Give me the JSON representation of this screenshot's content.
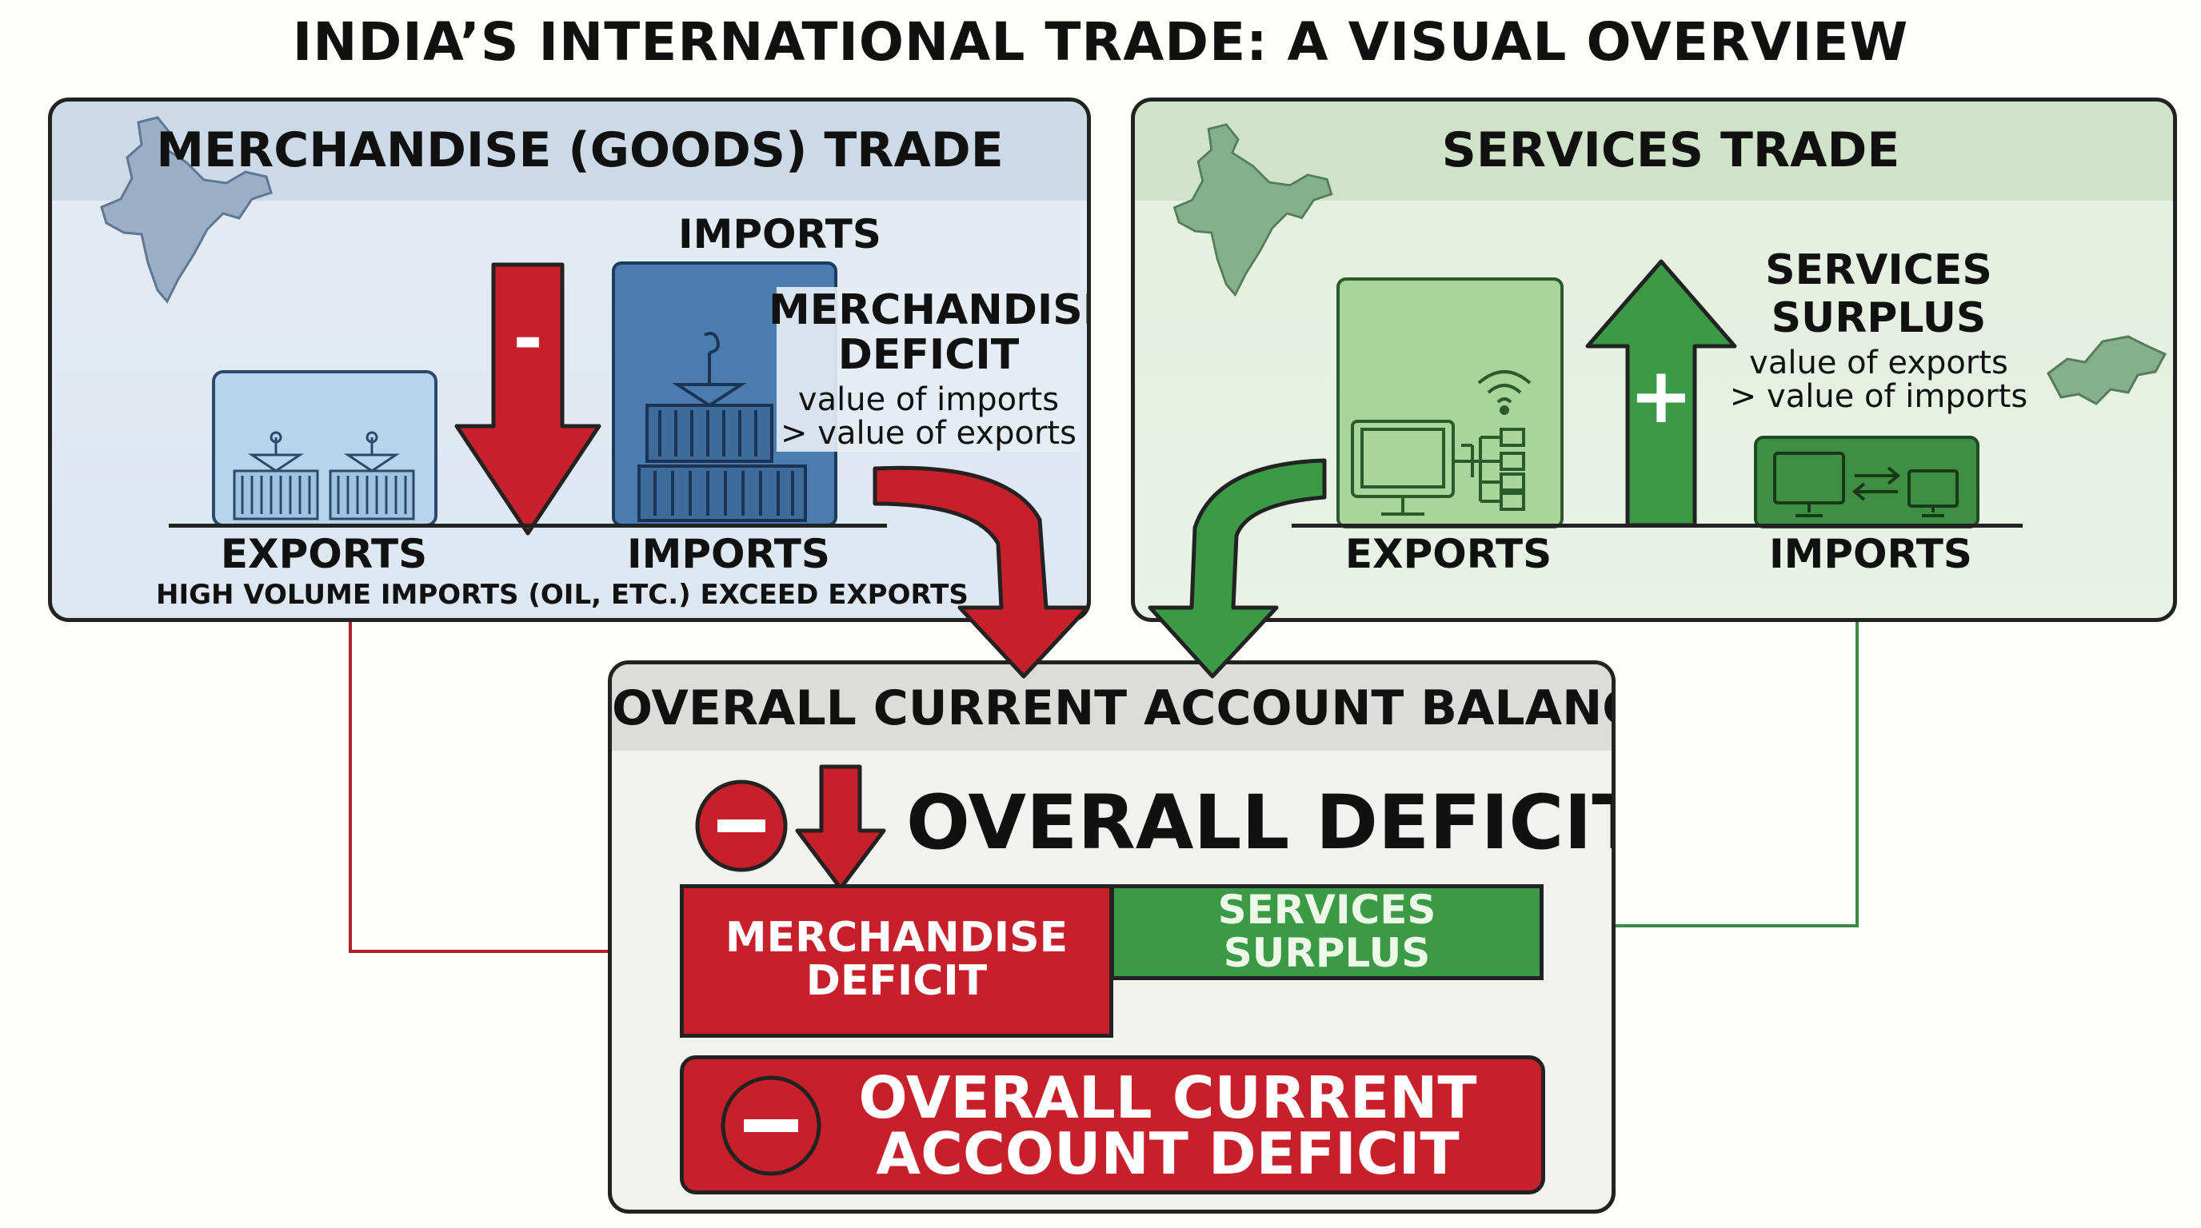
{
  "title": "INDIA’S INTERNATIONAL TRADE: A VISUAL OVERVIEW",
  "merchandise": {
    "title": "MERCHANDISE (GOODS) TRADE",
    "imports_top": "IMPORTS",
    "deficit_label": [
      "MERCHANDISE",
      "DEFICIT"
    ],
    "deficit_detail": [
      "value of imports",
      "> value of exports"
    ],
    "exports_label": "EXPORTS",
    "imports_label": "IMPORTS",
    "note": "HIGH VOLUME IMPORTS (OIL, ETC.) EXCEED EXPORTS",
    "minus_sign": "-"
  },
  "services": {
    "title": "SERVICES TRADE",
    "surplus_label": [
      "SERVICES",
      "SURPLUS"
    ],
    "surplus_detail": [
      "value of exports",
      "> value of imports"
    ],
    "exports_label": "EXPORTS",
    "imports_label": "IMPORTS",
    "plus_sign": "+"
  },
  "balance": {
    "title": "OVERALL CURRENT ACCOUNT BALANCE",
    "headline": "OVERALL DEFICIT",
    "merch_bar": [
      "MERCHANDISE",
      "DEFICIT"
    ],
    "services_bar": [
      "SERVICES",
      "SURPLUS"
    ],
    "final": [
      "OVERALL CURRENT",
      "ACCOUNT DEFICIT"
    ]
  },
  "colors": {
    "deficit_red": "#c8202a",
    "surplus_green": "#3a9a46",
    "goods_blue": "#4a7cb0",
    "services_panel": "#e3efdf",
    "goods_panel": "#e4ecf4"
  },
  "icons": [
    "india-map-icon",
    "container-icon",
    "crane-hook-icon",
    "computer-icon",
    "wifi-icon",
    "network-icon",
    "transfer-arrows-icon",
    "minus-circle-icon",
    "down-arrow-icon",
    "up-arrow-icon"
  ]
}
